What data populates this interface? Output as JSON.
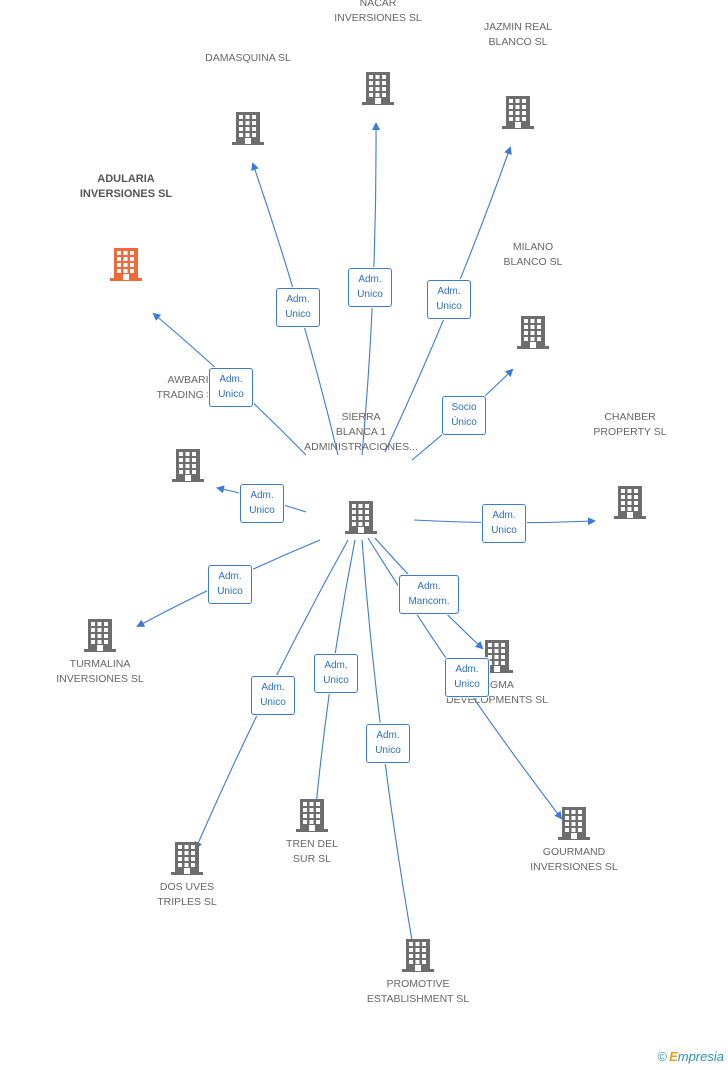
{
  "center": {
    "label": "SIERRA\nBLANCA 1\nADMINISTRACIONES..."
  },
  "nodes": [
    {
      "id": "nacar",
      "label": "NACAR\nINVERSIONES SL",
      "highlight": false
    },
    {
      "id": "jazmin",
      "label": "JAZMIN REAL\nBLANCO  SL",
      "highlight": false
    },
    {
      "id": "damasquina",
      "label": "DAMASQUINA SL",
      "highlight": false
    },
    {
      "id": "adularia",
      "label": "ADULARIA\nINVERSIONES SL",
      "highlight": true
    },
    {
      "id": "milano",
      "label": "MILANO\nBLANCO SL",
      "highlight": false
    },
    {
      "id": "awbari",
      "label": "AWBARI\nTRADING SL",
      "highlight": false
    },
    {
      "id": "chanber",
      "label": "CHANBER\nPROPERTY SL",
      "highlight": false
    },
    {
      "id": "turmalina",
      "label": "TURMALINA\nINVERSIONES SL",
      "highlight": false
    },
    {
      "id": "sigma",
      "label": "SIGMA\nDEVELOPMENTS SL",
      "highlight": false
    },
    {
      "id": "tren",
      "label": "TREN DEL\nSUR SL",
      "highlight": false
    },
    {
      "id": "dosuves",
      "label": "DOS UVES\nTRIPLES SL",
      "highlight": false
    },
    {
      "id": "gourmand",
      "label": "GOURMAND\nINVERSIONES SL",
      "highlight": false
    },
    {
      "id": "promotive",
      "label": "PROMOTIVE\nESTABLISHMENT SL",
      "highlight": false
    }
  ],
  "edges": [
    {
      "to": "nacar",
      "label": "Adm.\nUnico"
    },
    {
      "to": "jazmin",
      "label": "Adm.\nUnico"
    },
    {
      "to": "damasquina",
      "label": "Adm.\nUnico"
    },
    {
      "to": "adularia",
      "label": "Adm.\nUnico"
    },
    {
      "to": "milano",
      "label": "Socio\nÚnico"
    },
    {
      "to": "awbari",
      "label": "Adm.\nUnico"
    },
    {
      "to": "chanber",
      "label": "Adm.\nUnico"
    },
    {
      "to": "turmalina",
      "label": "Adm.\nUnico"
    },
    {
      "to": "sigma",
      "label": "Adm.\nMancom."
    },
    {
      "to": "gourmand",
      "label": "Adm.\nUnico"
    },
    {
      "to": "tren",
      "label": "Adm.\nUnico"
    },
    {
      "to": "dosuves",
      "label": "Adm.\nUnico"
    },
    {
      "to": "promotive",
      "label": "Adm.\nUnico"
    }
  ],
  "colors": {
    "edge": "#3a7bd5",
    "building": "#6d6d6d",
    "highlight": "#f26a3a",
    "label": "#666666"
  },
  "icons": {
    "company": "building-icon"
  },
  "footer": {
    "copyright": "©",
    "brand_initial": "E",
    "brand_rest": "mpresia"
  }
}
